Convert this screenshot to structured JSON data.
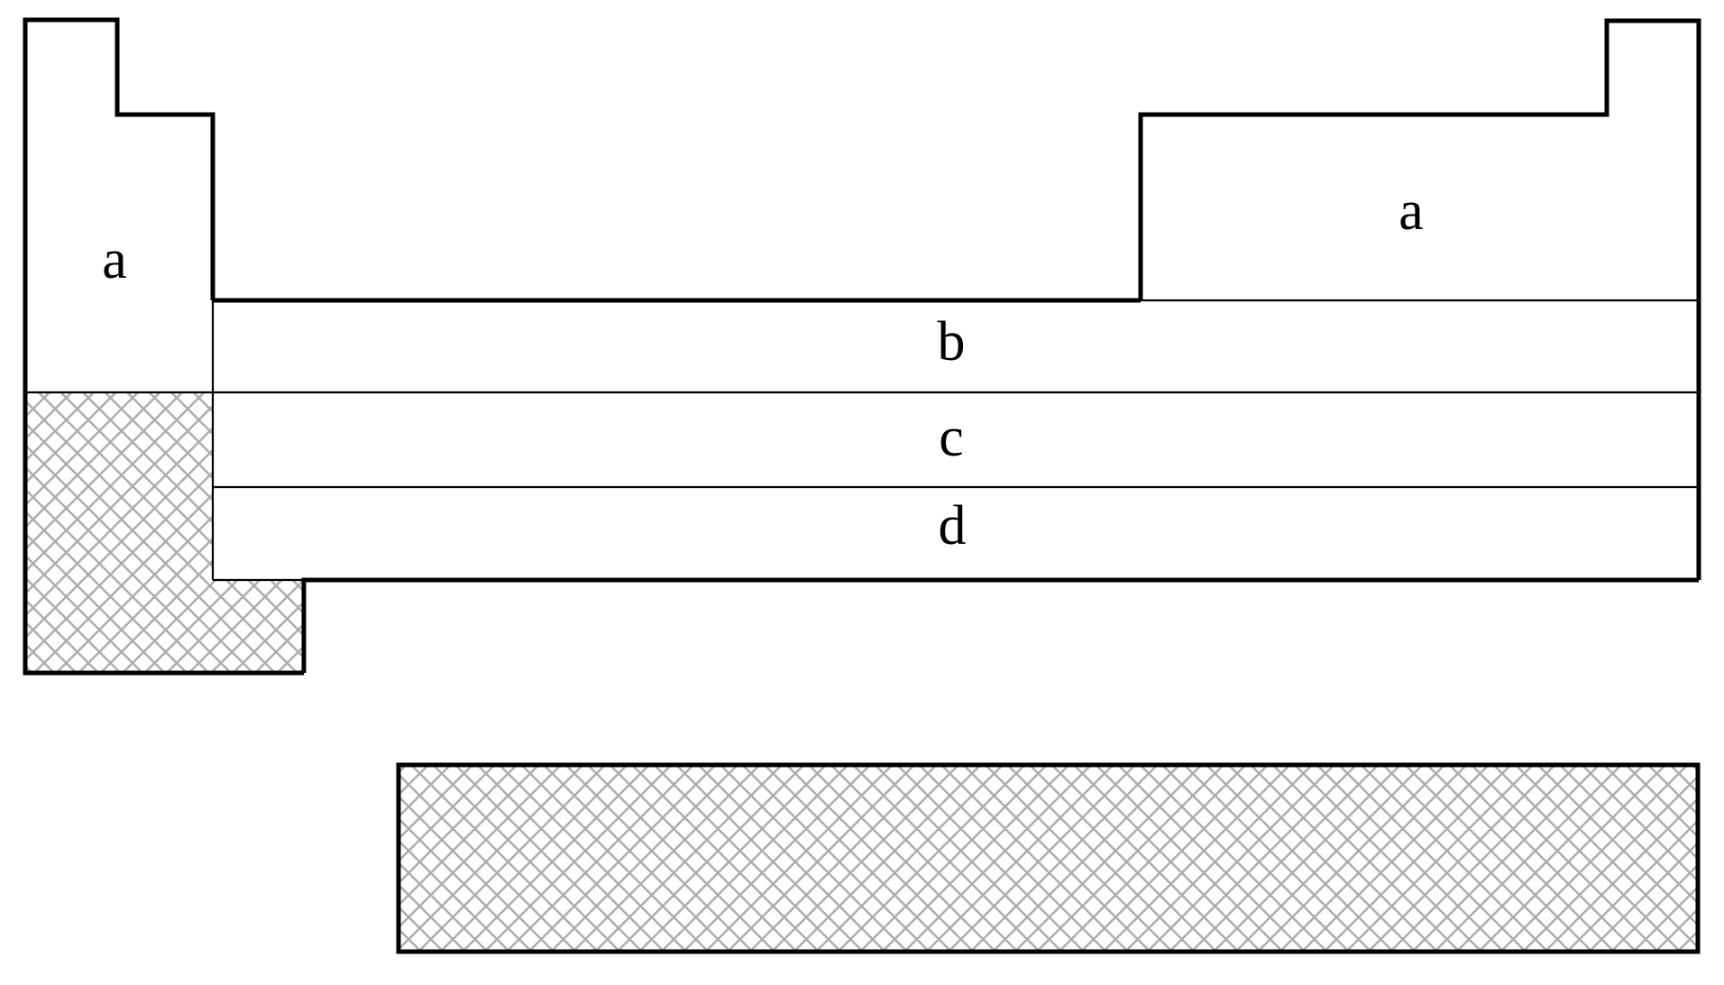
{
  "diagram": {
    "kind": "periodic-table-block-outline-schematic",
    "labels": {
      "s_block": "a",
      "p_block": "a",
      "row_b": "b",
      "row_c": "c",
      "row_d": "d"
    },
    "colors": {
      "line": "#000000",
      "hatch": "#adadad",
      "background": "#ffffff"
    },
    "hatched_regions": [
      "lower-left-block",
      "detached-bottom-bar"
    ]
  }
}
